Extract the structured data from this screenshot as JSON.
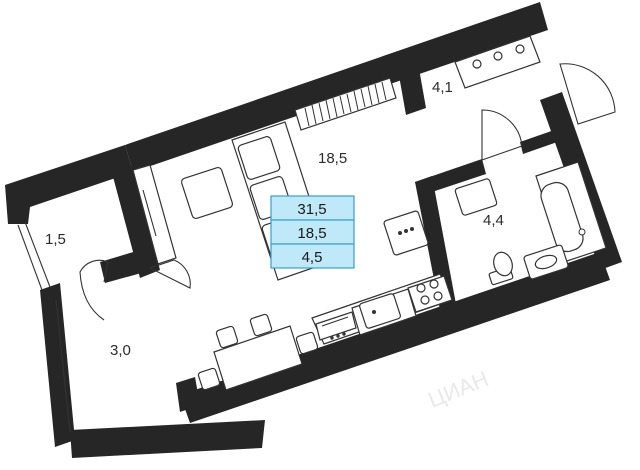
{
  "rooms": {
    "loggia": "1,5",
    "hall": "3,0",
    "living": "18,5",
    "balcony": "4,1",
    "bathroom": "4,4"
  },
  "summary": {
    "total": "31,5",
    "living": "18,5",
    "kitchen": "4,5"
  },
  "colors": {
    "wall": "#262626",
    "summary_fill": "#bfe9f9",
    "summary_stroke": "#3a9fd1"
  }
}
